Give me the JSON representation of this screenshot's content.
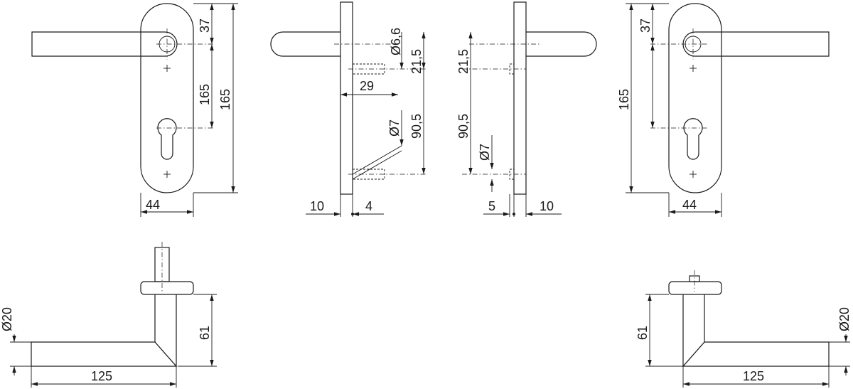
{
  "drawing": {
    "front_left": {
      "width": "44",
      "height": "165",
      "top_offset": "37"
    },
    "side_left": {
      "rose_thickness": "10",
      "pin_offset": "4",
      "upper_pin_dia": "Ø6,6",
      "upper_pin_spacing": "21,5",
      "pin_length": "29",
      "lower_pin_dia": "Ø7",
      "pin_spacing": "90,5"
    },
    "side_right": {
      "upper_pin_spacing": "21,5",
      "pin_spacing": "90,5",
      "lower_pin_dia": "Ø7",
      "pin_offset": "5",
      "rose_thickness": "10"
    },
    "front_right": {
      "width": "44",
      "height": "165",
      "top_offset": "37"
    },
    "bottom_left": {
      "lever_dia": "Ø20",
      "projection": "61",
      "length": "125"
    },
    "bottom_right": {
      "lever_dia": "Ø20",
      "projection": "61",
      "length": "125"
    }
  }
}
